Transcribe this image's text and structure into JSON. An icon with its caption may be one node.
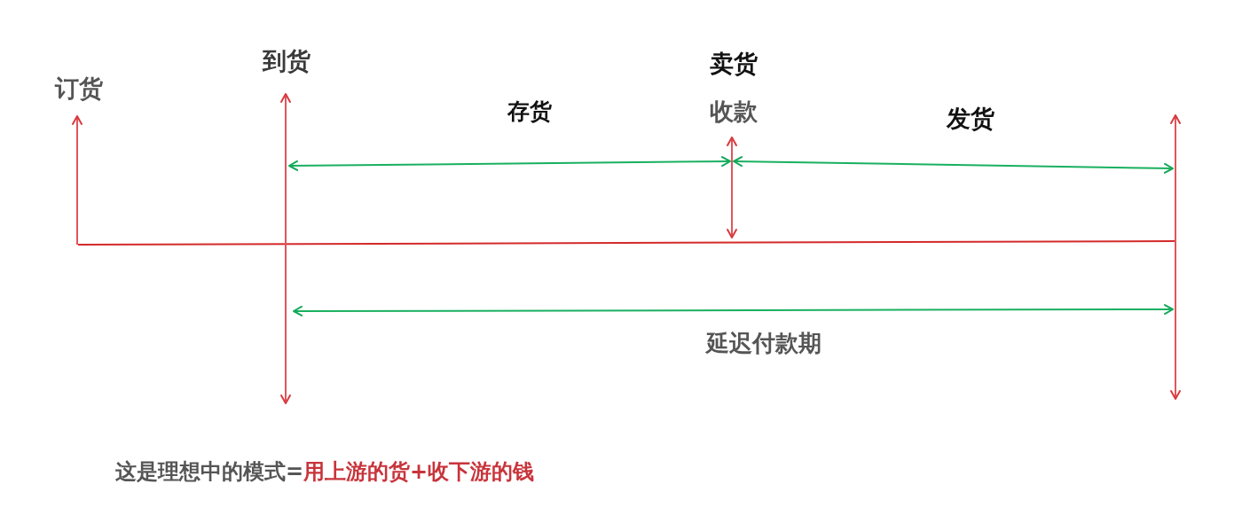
{
  "diagram": {
    "labels": [
      "到货",
      "卖货",
      "订货",
      "收款",
      "存货",
      "发货",
      "延迟付款期",
      "这是理想中的模式=**用上游的货+收下游的钱**"
    ]
  }
}
